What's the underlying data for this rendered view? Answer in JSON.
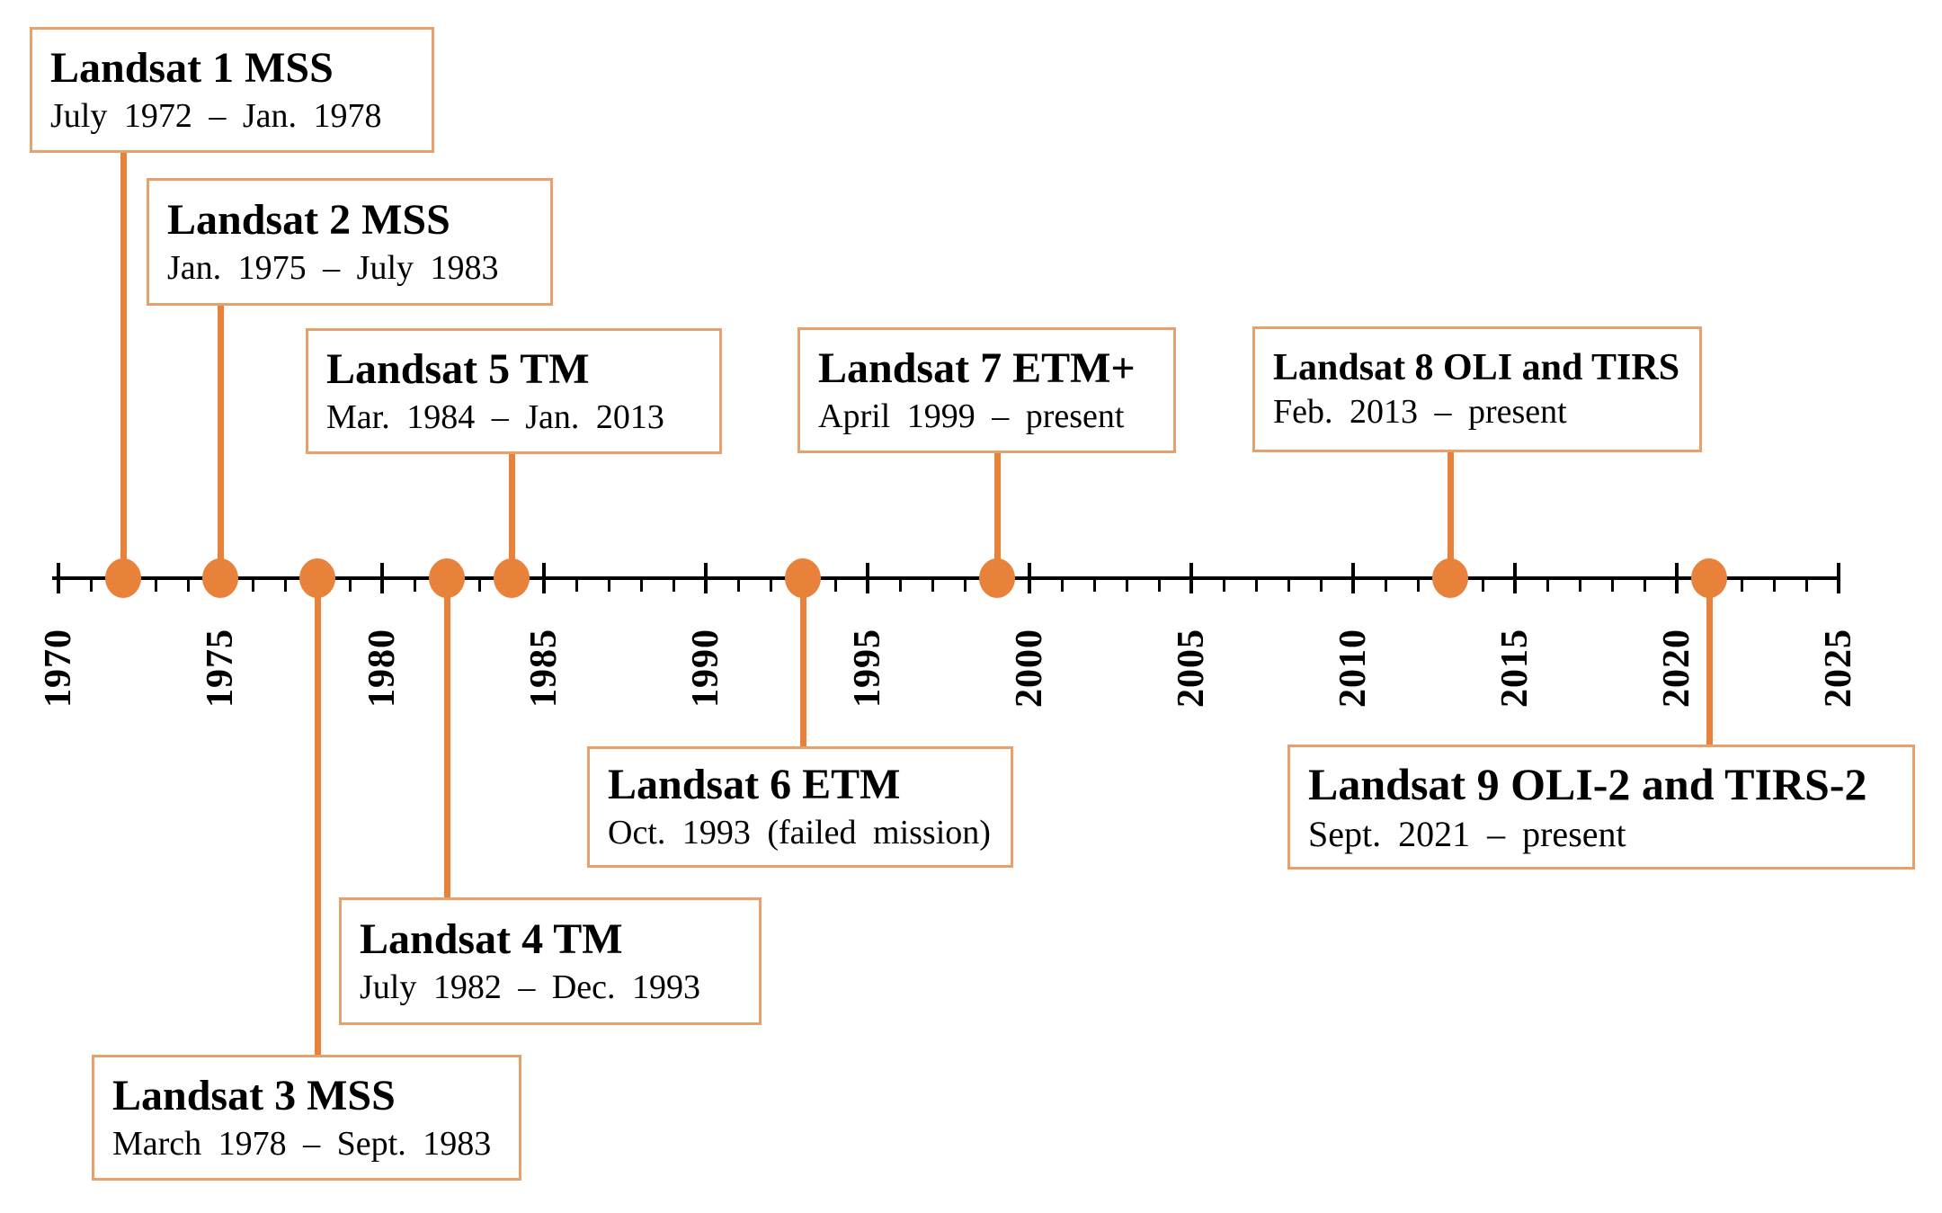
{
  "figure": {
    "background": "#FFFFFF",
    "accent_color": "#E8823B",
    "box_border_color": "#E8A06A",
    "axis_color": "#000000",
    "text_color": "#000000"
  },
  "timeline": {
    "axis": {
      "start_year": 1970,
      "end_year": 2025,
      "major_tick_interval_years": 5,
      "minor_tick_interval_years": 1,
      "tick_labels": [
        "1970",
        "1975",
        "1980",
        "1985",
        "1990",
        "1995",
        "2000",
        "2005",
        "2010",
        "2015",
        "2020",
        "2025"
      ]
    },
    "missions": [
      {
        "id": "landsat-1",
        "title": "Landsat 1 MSS",
        "dates": "July 1972 – Jan. 1978",
        "launch_year": 1972,
        "label_side": "above"
      },
      {
        "id": "landsat-2",
        "title": "Landsat 2 MSS",
        "dates": "Jan. 1975 – July 1983",
        "launch_year": 1975,
        "label_side": "above"
      },
      {
        "id": "landsat-3",
        "title": "Landsat 3 MSS",
        "dates": "March 1978 – Sept. 1983",
        "launch_year": 1978,
        "label_side": "below"
      },
      {
        "id": "landsat-4",
        "title": "Landsat 4 TM",
        "dates": "July 1982 – Dec. 1993",
        "launch_year": 1982,
        "label_side": "below"
      },
      {
        "id": "landsat-5",
        "title": "Landsat 5 TM",
        "dates": "Mar. 1984 – Jan. 2013",
        "launch_year": 1984,
        "label_side": "above"
      },
      {
        "id": "landsat-6",
        "title": "Landsat 6 ETM",
        "dates": "Oct. 1993 (failed mission)",
        "launch_year": 1993,
        "label_side": "below"
      },
      {
        "id": "landsat-7",
        "title": "Landsat 7 ETM+",
        "dates": "April 1999 – present",
        "launch_year": 1999,
        "label_side": "above"
      },
      {
        "id": "landsat-8",
        "title": "Landsat 8 OLI and TIRS",
        "dates": "Feb. 2013 – present",
        "launch_year": 2013,
        "label_side": "above"
      },
      {
        "id": "landsat-9",
        "title": "Landsat 9 OLI-2 and TIRS-2",
        "dates": "Sept. 2021 – present",
        "launch_year": 2021,
        "label_side": "below"
      }
    ]
  }
}
